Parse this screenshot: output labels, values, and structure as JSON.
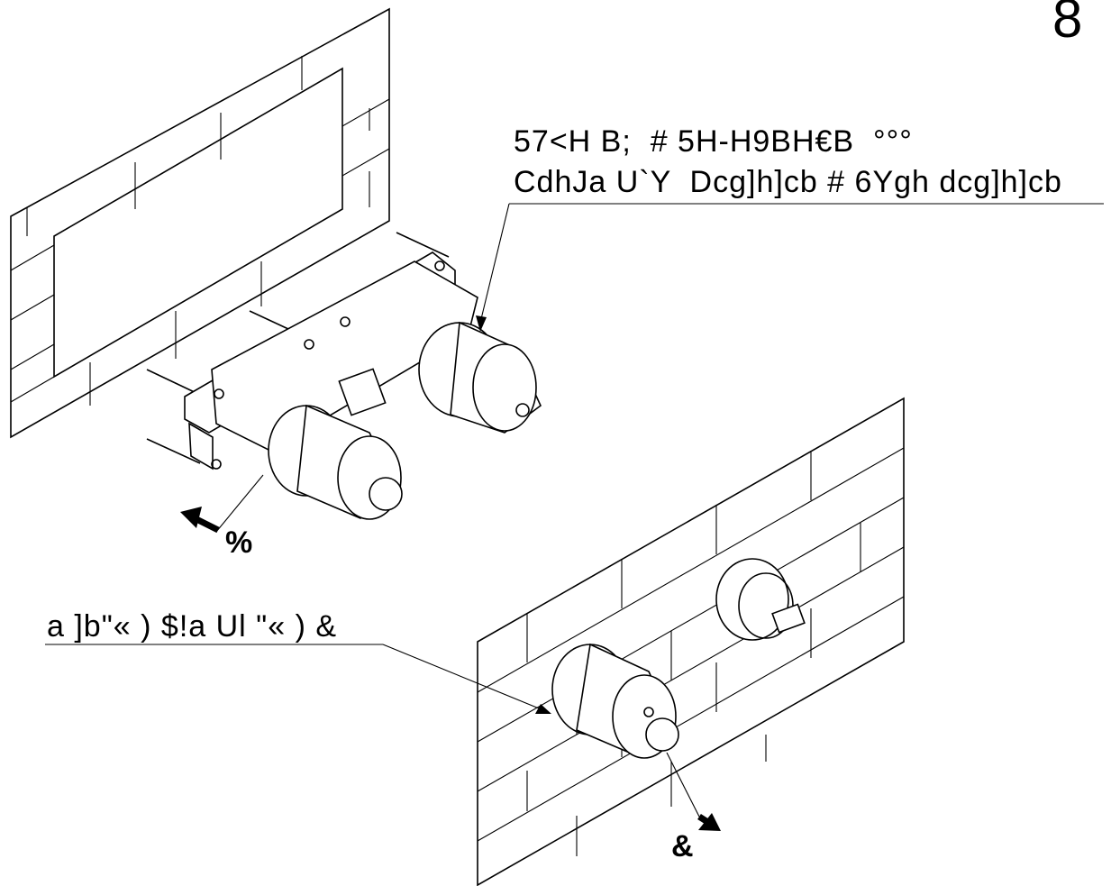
{
  "page_number": "8",
  "callouts": {
    "top_line1": "57<H B;  # 5H-H9BH€B  °°°",
    "top_line2": "CdhJa U`Y  Dcg]h]cb # 6Ygh dcg]h]cb",
    "left": "a ]b\"« ) $!a Ul \"« ) &"
  },
  "steps": {
    "step1": "%",
    "step2": "&"
  },
  "colors": {
    "line": "#000000",
    "background": "#ffffff"
  }
}
